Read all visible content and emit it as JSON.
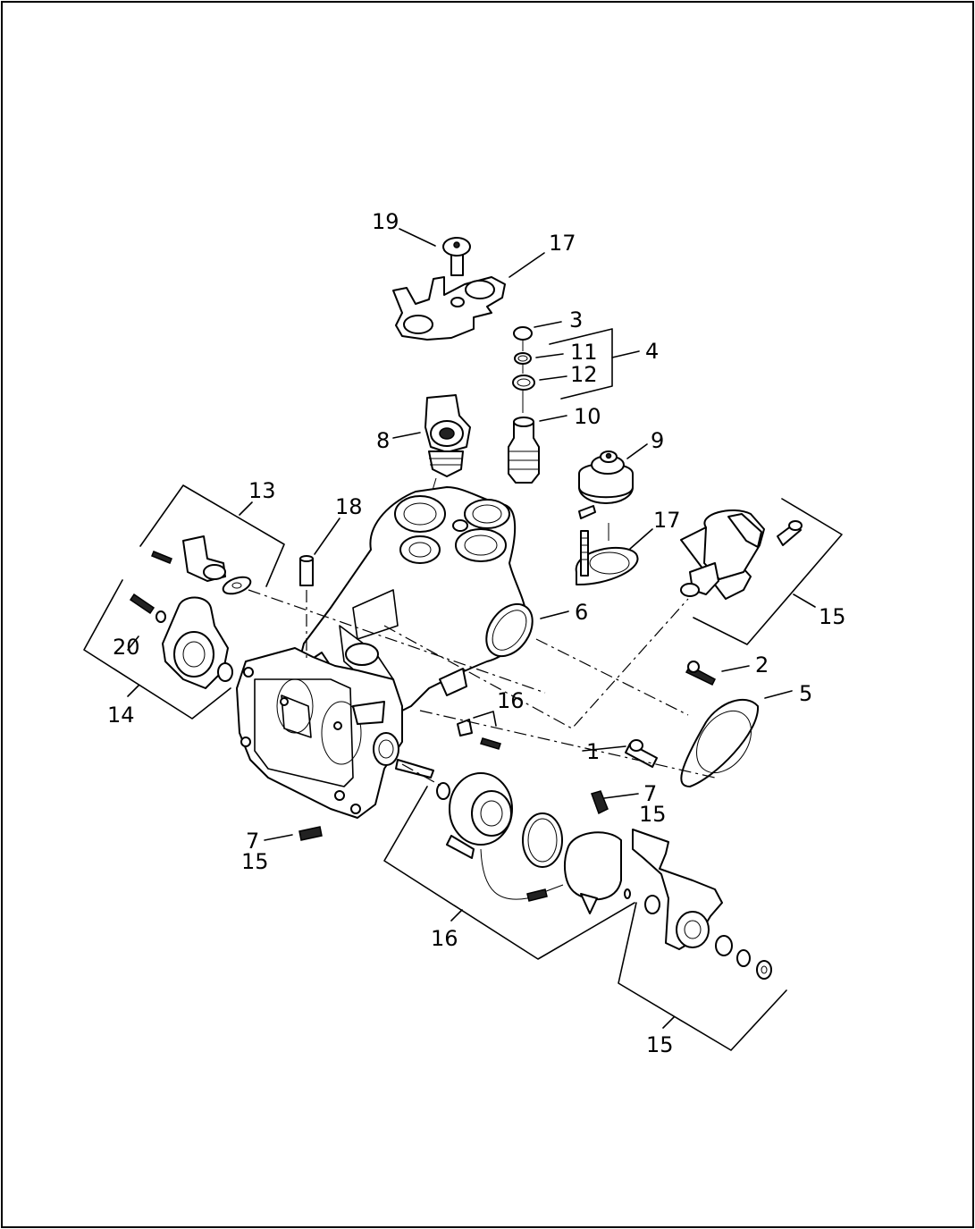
{
  "diagram": {
    "callouts": [
      {
        "id": "c19",
        "text": "19"
      },
      {
        "id": "c17a",
        "text": "17"
      },
      {
        "id": "c3",
        "text": "3"
      },
      {
        "id": "c11",
        "text": "11"
      },
      {
        "id": "c4",
        "text": "4"
      },
      {
        "id": "c12",
        "text": "12"
      },
      {
        "id": "c10",
        "text": "10"
      },
      {
        "id": "c8",
        "text": "8"
      },
      {
        "id": "c9",
        "text": "9"
      },
      {
        "id": "c13",
        "text": "13"
      },
      {
        "id": "c18",
        "text": "18"
      },
      {
        "id": "c17b",
        "text": "17"
      },
      {
        "id": "c15a",
        "text": "15"
      },
      {
        "id": "c6",
        "text": "6"
      },
      {
        "id": "c20",
        "text": "20"
      },
      {
        "id": "c2",
        "text": "2"
      },
      {
        "id": "c5",
        "text": "5"
      },
      {
        "id": "c14",
        "text": "14"
      },
      {
        "id": "c16a",
        "text": "16"
      },
      {
        "id": "c1",
        "text": "1"
      },
      {
        "id": "c7a",
        "text": "7"
      },
      {
        "id": "c15b",
        "text": "15"
      },
      {
        "id": "c7b",
        "text": "7"
      },
      {
        "id": "c15c",
        "text": "15"
      },
      {
        "id": "c16b",
        "text": "16"
      },
      {
        "id": "c15d",
        "text": "15"
      }
    ]
  }
}
